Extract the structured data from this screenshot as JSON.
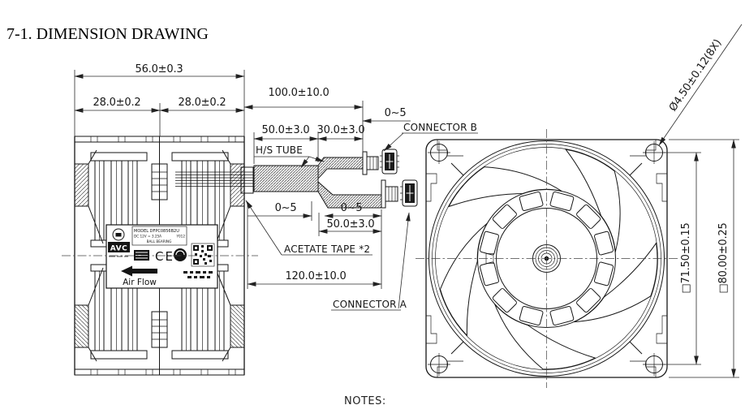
{
  "title": "7-1. DIMENSION DRAWING",
  "notes": "NOTES:",
  "side_view": {
    "depth_total": "56.0±0.3",
    "depth_front": "28.0±0.2",
    "depth_rear": "28.0±0.2"
  },
  "cable": {
    "lead_a_length": "100.0±10.0",
    "gap_connector_b": "0~5",
    "tube_main_length": "50.0±3.0",
    "tube_branch_length": "30.0±3.0",
    "gap_split": "0~5",
    "gap_connector_a": "0~5",
    "tube_lower_length": "50.0±3.0",
    "lead_b_length": "120.0±10.0",
    "hs_tube": "H/S TUBE",
    "acetate_tape": "ACETATE TAPE *2",
    "connector_b": "CONNECTOR B",
    "connector_a": "CONNECTOR A"
  },
  "front_view": {
    "hole_pitch": "□71.50±0.15",
    "frame_size": "□80.00±0.25",
    "mount_holes": "Ø4.50±0.12(8X)"
  },
  "nameplate": {
    "brand": "AVC",
    "model": "MODEL DFPC0856B2U",
    "rating": "DC 12V = 3.25A",
    "code": "Y012",
    "bearing": "BALL BEARING",
    "ce": "CE",
    "airflow": "Air Flow"
  }
}
